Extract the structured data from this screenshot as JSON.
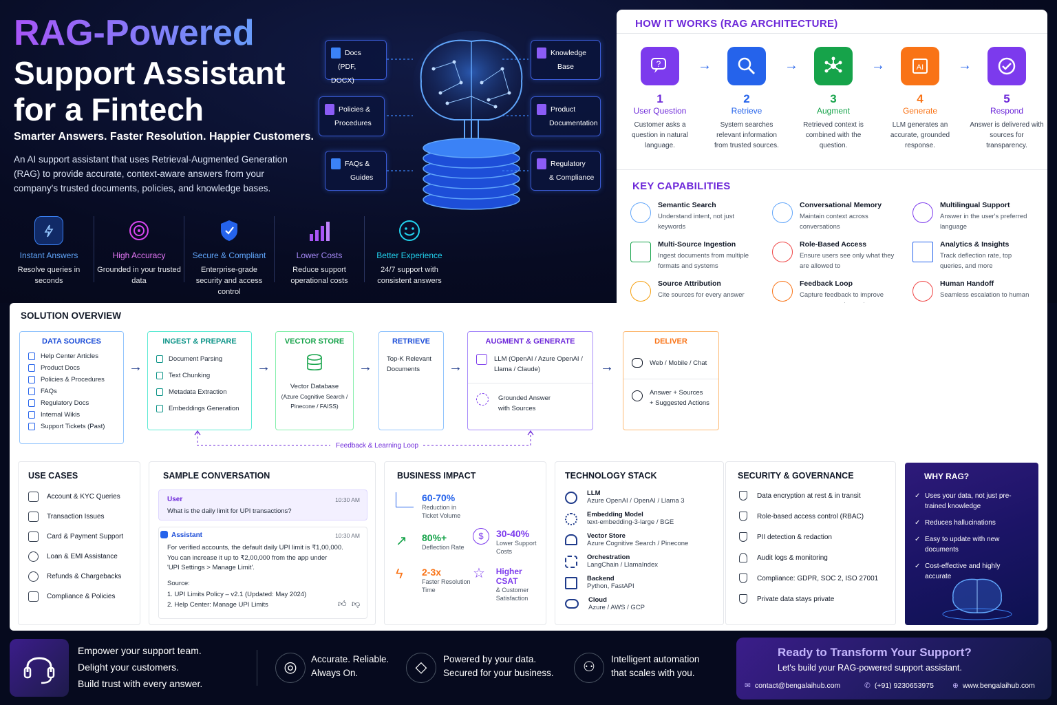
{
  "hero": {
    "title1": "RAG-Powered",
    "title2": "Support Assistant",
    "title3": "for a Fintech",
    "tagline": "Smarter Answers. Faster Resolution. Happier Customers.",
    "desc": "An AI support assistant that uses Retrieval-Augmented Generation (RAG) to provide accurate, context-aware answers from your company's trusted documents, policies, and knowledge bases."
  },
  "features": [
    {
      "title": "Instant Answers",
      "desc": "Resolve queries in seconds",
      "color": "#60a5fa"
    },
    {
      "title": "High Accuracy",
      "desc": "Grounded in your trusted data",
      "color": "#d946ef"
    },
    {
      "title": "Secure & Compliant",
      "desc": "Enterprise-grade security and access control",
      "color": "#3b82f6"
    },
    {
      "title": "Lower Costs",
      "desc": "Reduce support operational costs",
      "color": "#a855f7"
    },
    {
      "title": "Better Experience",
      "desc": "24/7 support with consistent answers",
      "color": "#22d3ee"
    }
  ],
  "sources_left": [
    {
      "l1": "Docs",
      "l2": "(PDF, DOCX)"
    },
    {
      "l1": "Policies &",
      "l2": "Procedures"
    },
    {
      "l1": "FAQs &",
      "l2": "Guides"
    }
  ],
  "sources_right": [
    {
      "l1": "Knowledge",
      "l2": "Base"
    },
    {
      "l1": "Product",
      "l2": "Documentation"
    },
    {
      "l1": "Regulatory",
      "l2": "& Compliance"
    }
  ],
  "how": {
    "heading": "HOW IT WORKS (RAG ARCHITECTURE)",
    "steps": [
      {
        "num": "1",
        "title": "User Question",
        "desc": "Customer asks a question in natural language.",
        "color": "#7c3aed"
      },
      {
        "num": "2",
        "title": "Retrieve",
        "desc": "System searches relevant information from trusted sources.",
        "color": "#2563eb"
      },
      {
        "num": "3",
        "title": "Augment",
        "desc": "Retrieved context is combined with the question.",
        "color": "#16a34a"
      },
      {
        "num": "4",
        "title": "Generate",
        "desc": "LLM generates an accurate, grounded response.",
        "color": "#f97316"
      },
      {
        "num": "5",
        "title": "Respond",
        "desc": "Answer is delivered with sources for transparency.",
        "color": "#7c3aed"
      }
    ]
  },
  "capabilities": {
    "heading": "KEY CAPABILITIES",
    "items": [
      {
        "title": "Semantic Search",
        "desc": "Understand intent, not just keywords"
      },
      {
        "title": "Conversational Memory",
        "desc": "Maintain context across conversations"
      },
      {
        "title": "Multilingual Support",
        "desc": "Answer in the user's preferred language"
      },
      {
        "title": "Multi-Source Ingestion",
        "desc": "Ingest documents from multiple formats and systems"
      },
      {
        "title": "Role-Based Access",
        "desc": "Ensure users see only what they are allowed to"
      },
      {
        "title": "Analytics & Insights",
        "desc": "Track deflection rate, top queries, and more"
      },
      {
        "title": "Source Attribution",
        "desc": "Cite sources for every answer"
      },
      {
        "title": "Feedback Loop",
        "desc": "Capture feedback to improve responses continuously"
      },
      {
        "title": "Human Handoff",
        "desc": "Seamless escalation to human agents"
      }
    ]
  },
  "solution": {
    "heading": "SOLUTION OVERVIEW",
    "data_sources": {
      "title": "DATA SOURCES",
      "items": [
        "Help Center Articles",
        "Product Docs",
        "Policies & Procedures",
        "FAQs",
        "Regulatory Docs",
        "Internal Wikis",
        "Support Tickets (Past)"
      ]
    },
    "ingest": {
      "title": "INGEST & PREPARE",
      "items": [
        "Document Parsing",
        "Text Chunking",
        "Metadata Extraction",
        "Embeddings Generation"
      ]
    },
    "vector": {
      "title": "VECTOR STORE",
      "l1": "Vector Database",
      "l2": "(Azure Cognitive Search /",
      "l3": "Pinecone / FAISS)"
    },
    "retrieve": {
      "title": "RETRIEVE",
      "l1": "Top-K Relevant",
      "l2": "Documents"
    },
    "augment": {
      "title": "AUGMENT & GENERATE",
      "a1": "LLM (OpenAI / Azure OpenAI /",
      "a2": "Llama / Claude)",
      "b1": "Grounded Answer",
      "b2": "with Sources"
    },
    "deliver": {
      "title": "DELIVER",
      "a": "Web / Mobile / Chat",
      "b1": "Answer + Sources",
      "b2": "+ Suggested Actions"
    },
    "loop": "Feedback & Learning Loop"
  },
  "use_cases": {
    "heading": "USE CASES",
    "items": [
      "Account & KYC Queries",
      "Transaction Issues",
      "Card & Payment Support",
      "Loan & EMI Assistance",
      "Refunds & Chargebacks",
      "Compliance & Policies"
    ]
  },
  "conversation": {
    "heading": "SAMPLE CONVERSATION",
    "user_label": "User",
    "user_time": "10:30 AM",
    "user_msg": "What is the daily limit for UPI transactions?",
    "bot_label": "Assistant",
    "bot_time": "10:30 AM",
    "bot_l1": "For verified accounts, the default daily UPI limit is ₹1,00,000.",
    "bot_l2": "You can increase it up to ₹2,00,000 from the app under",
    "bot_l3": "'UPI Settings > Manage Limit'.",
    "src_label": "Source:",
    "src1": "1. UPI Limits Policy – v2.1 (Updated: May 2024)",
    "src2": "2. Help Center: Manage UPI Limits"
  },
  "impact": {
    "heading": "BUSINESS IMPACT",
    "items": [
      {
        "value": "60-70%",
        "l1": "Reduction in",
        "l2": "Ticket Volume",
        "color": "#2563eb"
      },
      {
        "value": "80%+",
        "l1": "Deflection Rate",
        "l2": "",
        "color": "#16a34a"
      },
      {
        "value": "30-40%",
        "l1": "Lower Support",
        "l2": "Costs",
        "color": "#7c3aed"
      },
      {
        "value": "2-3x",
        "l1": "Faster Resolution",
        "l2": "Time",
        "color": "#f97316"
      },
      {
        "value": "Higher CSAT",
        "l1": "& Customer",
        "l2": "Satisfaction",
        "color": "#7c3aed"
      }
    ]
  },
  "tech": {
    "heading": "TECHNOLOGY STACK",
    "items": [
      {
        "k": "LLM",
        "v": "Azure OpenAI / OpenAI / Llama 3"
      },
      {
        "k": "Embedding Model",
        "v": "text-embedding-3-large / BGE"
      },
      {
        "k": "Vector Store",
        "v": "Azure Cognitive Search / Pinecone"
      },
      {
        "k": "Orchestration",
        "v": "LangChain / LlamaIndex"
      },
      {
        "k": "Backend",
        "v": "Python, FastAPI"
      },
      {
        "k": "Cloud",
        "v": "Azure / AWS / GCP"
      }
    ]
  },
  "security": {
    "heading": "SECURITY & GOVERNANCE",
    "items": [
      "Data encryption at rest & in transit",
      "Role-based access control (RBAC)",
      "PII detection & redaction",
      "Audit logs & monitoring",
      "Compliance: GDPR, SOC 2, ISO 27001",
      "Private data stays private"
    ]
  },
  "why": {
    "heading": "WHY RAG?",
    "items": [
      "Uses your data, not just pre-trained knowledge",
      "Reduces hallucinations",
      "Easy to update with new documents",
      "Cost-effective and highly accurate"
    ]
  },
  "footer": {
    "l1": "Empower your support team.",
    "l2": "Delight your customers.",
    "l3": "Build trust with every answer.",
    "f1a": "Accurate. Reliable.",
    "f1b": "Always On.",
    "f2a": "Powered by your data.",
    "f2b": "Secured for your business.",
    "f3a": "Intelligent automation",
    "f3b": "that scales with you.",
    "cta_title": "Ready to Transform Your Support?",
    "cta_sub": "Let's build your RAG-powered support assistant.",
    "email": "contact@bengalaihub.com",
    "phone": "(+91) 9230653975",
    "web": "www.bengalaihub.com"
  }
}
